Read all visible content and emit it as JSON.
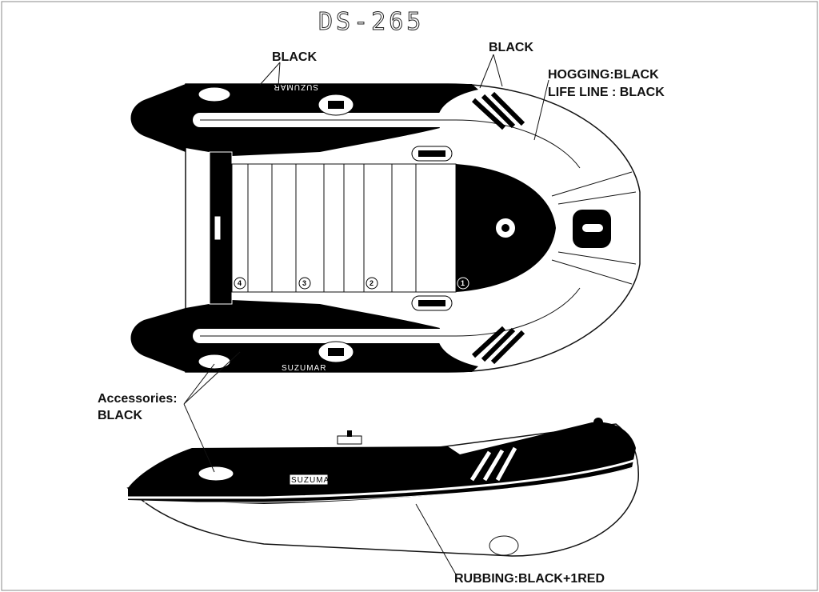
{
  "title": "DS-265",
  "labels": {
    "black_top": "BLACK",
    "black_top_right": "BLACK",
    "hogging": "HOGGING:BLACK",
    "life_line": "LIFE LINE : BLACK",
    "accessories_1": "Accessories:",
    "accessories_2": "BLACK",
    "rubbing": "RUBBING:BLACK+1RED"
  },
  "brand": {
    "top_tube": "SUZUMAR",
    "bottom_tube": "SUZUMAR",
    "side_view": "SUZUMAR"
  },
  "floor_board_numbers": [
    "4",
    "3",
    "2",
    "1"
  ],
  "colors": {
    "tube": "#000000",
    "hull": "#ffffff",
    "line": "#111111",
    "frame": "#888888"
  }
}
